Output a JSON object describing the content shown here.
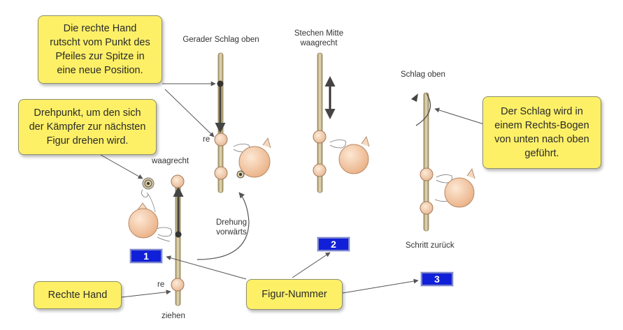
{
  "callouts": {
    "right_hand_slides": "Die rechte Hand\nrutscht vom Punkt des\nPfeiles zur Spitze in\neine neue Position.",
    "pivot_point": "Drehpunkt, um den sich\nder Kämpfer zur nächsten\nFigur drehen wird.",
    "right_hand": "Rechte Hand",
    "figure_number": "Figur-Nummer",
    "strike_arc": "Der Schlag wird in\neinem Rechts-Bogen\nvon unten nach oben\ngeführt."
  },
  "labels": {
    "waagrecht": "waagrecht",
    "ziehen": "ziehen",
    "re_fig1": "re",
    "re_fig2": "re",
    "drehung": "Drehung\nvorwärts",
    "gerader_schlag": "Gerader Schlag oben",
    "stechen_mitte": "Stechen Mitte\nwaagrecht",
    "schlag_oben": "Schlag oben",
    "schritt_zurueck": "Schritt zurück"
  },
  "badges": {
    "fig1": "1",
    "fig2": "2",
    "fig3": "3"
  },
  "colors": {
    "callout": "#fdf067",
    "badge": "#1020d8",
    "staff": "#c8b98e",
    "head": "#f6cca8"
  }
}
